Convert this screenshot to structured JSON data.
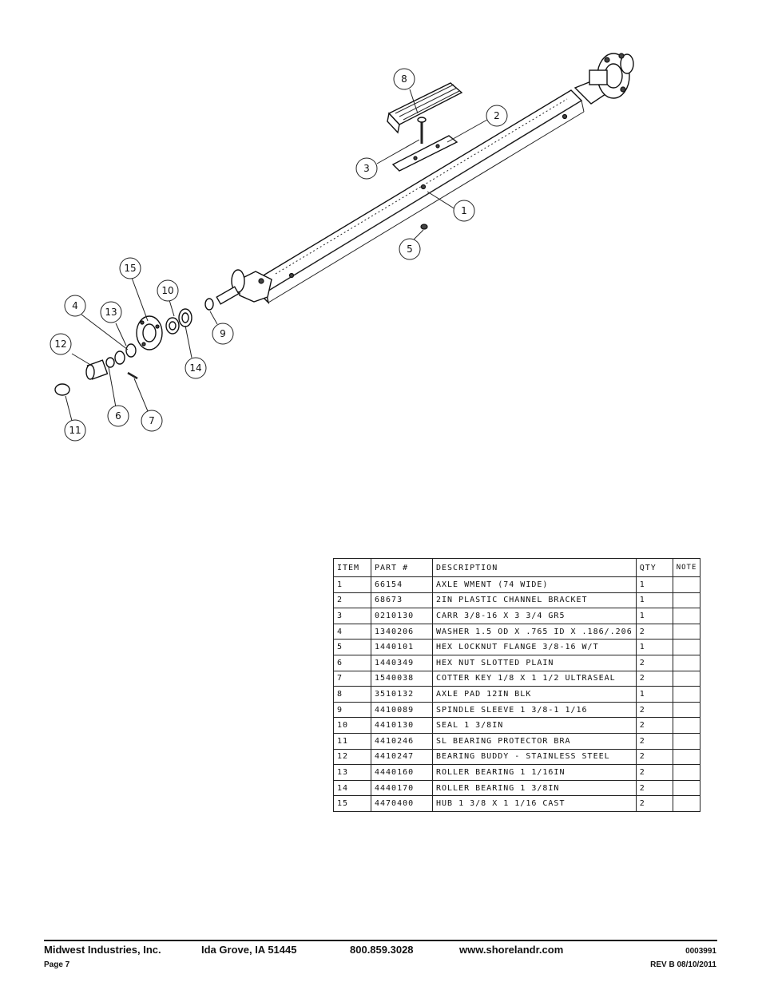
{
  "diagram": {
    "callouts": [
      "8",
      "2",
      "3",
      "1",
      "5",
      "15",
      "10",
      "4",
      "13",
      "12",
      "9",
      "14",
      "6",
      "7",
      "11"
    ]
  },
  "table": {
    "headers": [
      "ITEM",
      "PART #",
      "DESCRIPTION",
      "QTY",
      "NOTE"
    ],
    "rows": [
      [
        "1",
        "66154",
        "AXLE WMENT (74 WIDE)",
        "1",
        ""
      ],
      [
        "2",
        "68673",
        "2IN PLASTIC CHANNEL BRACKET",
        "1",
        ""
      ],
      [
        "3",
        "0210130",
        "CARR 3/8-16 X 3 3/4 GR5",
        "1",
        ""
      ],
      [
        "4",
        "1340206",
        "WASHER 1.5 OD X .765 ID X .186/.206",
        "2",
        ""
      ],
      [
        "5",
        "1440101",
        "HEX LOCKNUT FLANGE 3/8-16 W/T",
        "1",
        ""
      ],
      [
        "6",
        "1440349",
        "HEX NUT SLOTTED PLAIN",
        "2",
        ""
      ],
      [
        "7",
        "1540038",
        "COTTER KEY 1/8 X 1 1/2 ULTRASEAL",
        "2",
        ""
      ],
      [
        "8",
        "3510132",
        "AXLE PAD 12IN  BLK",
        "1",
        ""
      ],
      [
        "9",
        "4410089",
        "SPINDLE SLEEVE  1 3/8-1 1/16",
        "2",
        ""
      ],
      [
        "10",
        "4410130",
        "SEAL  1 3/8IN",
        "2",
        ""
      ],
      [
        "11",
        "4410246",
        "SL BEARING PROTECTOR BRA",
        "2",
        ""
      ],
      [
        "12",
        "4410247",
        "BEARING BUDDY - STAINLESS STEEL",
        "2",
        ""
      ],
      [
        "13",
        "4440160",
        "ROLLER BEARING   1 1/16IN",
        "2",
        ""
      ],
      [
        "14",
        "4440170",
        "ROLLER BEARING   1 3/8IN",
        "2",
        ""
      ],
      [
        "15",
        "4470400",
        "HUB  1 3/8 X 1 1/16 CAST",
        "2",
        ""
      ]
    ]
  },
  "footer": {
    "company": "Midwest Industries, Inc.",
    "location": "Ida Grove, IA  51445",
    "phone": "800.859.3028",
    "website": "www.shorelandr.com",
    "doc_number": "0003991",
    "page": "Page 7",
    "revision": "REV B  08/10/2011"
  }
}
